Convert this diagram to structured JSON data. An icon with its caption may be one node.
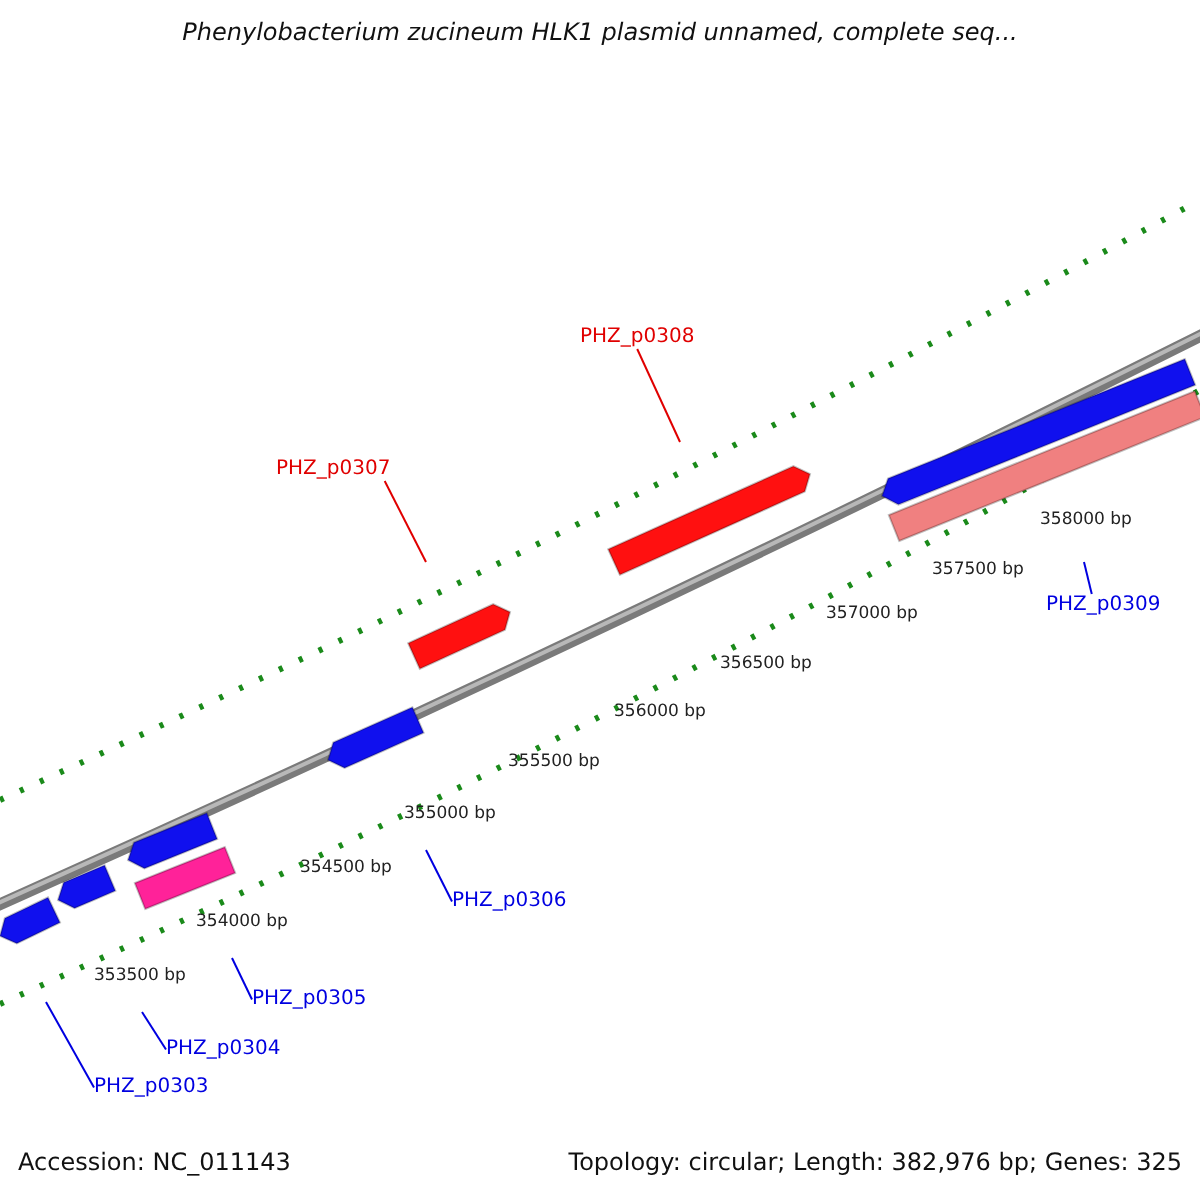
{
  "diagram": {
    "title": "Phenylobacterium zucineum HLK1 plasmid unnamed, complete seq...",
    "nodes": [
      {
        "text": [
          "PHZ_p0308"
        ]
      },
      {
        "text": [
          "PHZ_p0307"
        ]
      },
      {
        "text": [
          "PHZ_p0309"
        ]
      },
      {
        "text": [
          "PHZ_p0306"
        ]
      },
      {
        "text": [
          "PHZ_p0305"
        ]
      },
      {
        "text": [
          "PHZ_p0304"
        ]
      },
      {
        "text": [
          "PHZ_p0303"
        ]
      }
    ],
    "edges": [
      {
        "from": 0,
        "to": null,
        "arrow": "none",
        "color": "#e00000"
      },
      {
        "from": 1,
        "to": null,
        "arrow": "none",
        "color": "#e00000"
      },
      {
        "from": 2,
        "to": null,
        "arrow": "none"
      },
      {
        "from": 3,
        "to": null,
        "arrow": "none"
      },
      {
        "from": 4,
        "to": null,
        "arrow": "none"
      },
      {
        "from": 5,
        "to": null,
        "arrow": "none"
      },
      {
        "from": 6,
        "to": null,
        "arrow": "none"
      }
    ],
    "labels": [
      "358000 bp",
      "357500 bp",
      "357000 bp",
      "356500 bp",
      "356000 bp",
      "355500 bp",
      "355000 bp",
      "354500 bp",
      "354000 bp",
      "353500 bp",
      "Accession: NC_011143",
      "Topology: circular; Length: 382,976 bp; Genes: 325"
    ]
  }
}
